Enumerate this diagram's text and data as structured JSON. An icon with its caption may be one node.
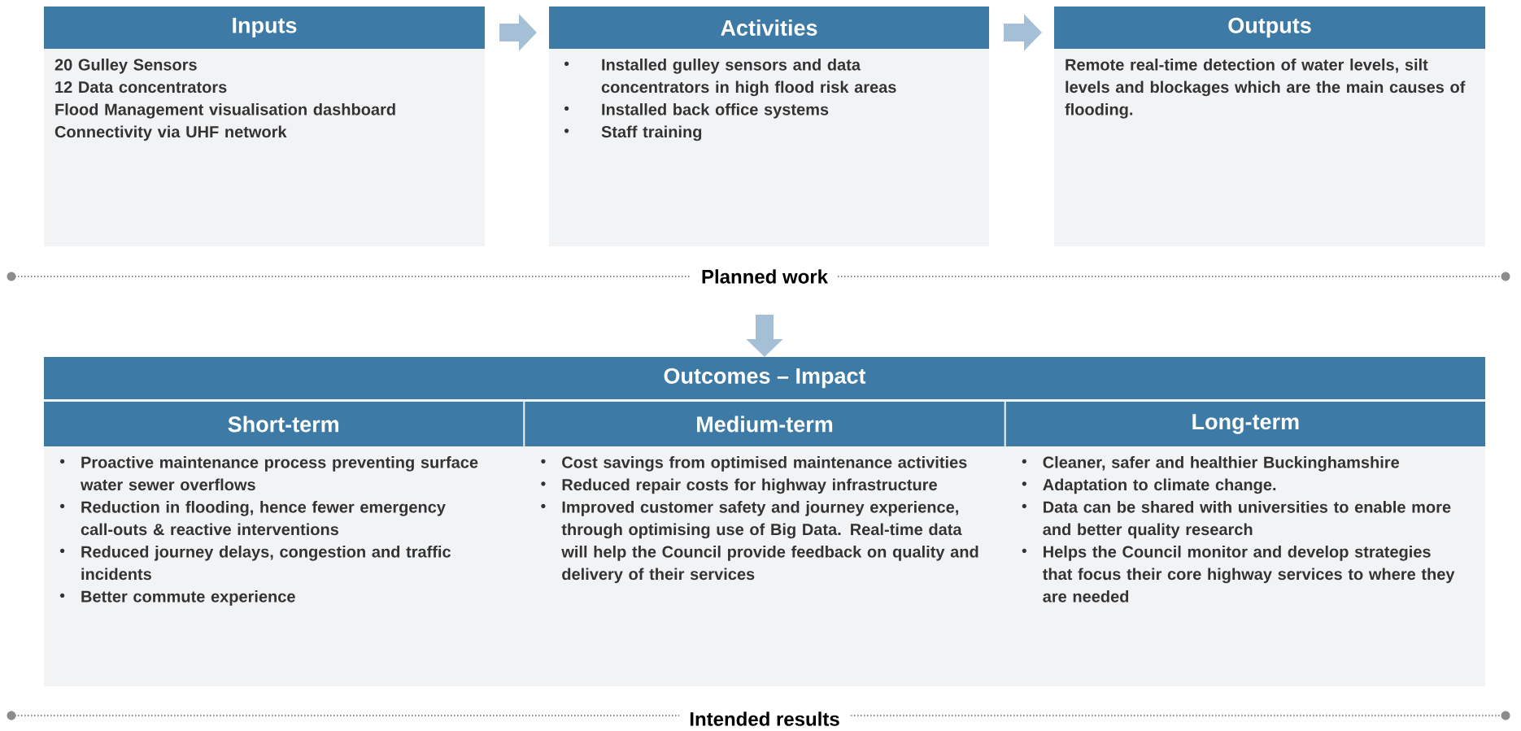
{
  "diagram": {
    "nodes": [
      {
        "text": [
          "Inputs",
          "20 Gulley Sensors",
          "12 Data concentrators",
          "Flood Management visualisation dashboard",
          "Connectivity via UHF network"
        ]
      },
      {
        "text": [
          "Activities",
          "Installed gulley sensors and data concentrators in high flood risk areas",
          "Installed back office systems",
          "Staff training"
        ]
      },
      {
        "text": [
          "Outputs",
          "Remote real-time detection of water levels, silt levels and blockages which are the main causes of flooding."
        ]
      },
      {
        "text": [
          "Outcomes – Impact"
        ]
      },
      {
        "text": [
          "Short-term",
          "Proactive maintenance process preventing surface water sewer overflows",
          "Reduction in flooding, hence fewer emergency call-outs & reactive interventions",
          "Reduced journey delays, congestion and traffic incidents",
          "Better commute experience"
        ],
        "in": 3
      },
      {
        "text": [
          "Medium-term",
          "Cost savings from optimised maintenance activities",
          "Reduced repair costs for highway infrastructure",
          "Improved customer safety and journey experience, through optimising use of Big Data. Real-time data will help the Council provide feedback on quality and delivery of their services"
        ],
        "in": 3
      },
      {
        "text": [
          "Long-term",
          "Cleaner, safer and healthier Buckinghamshire",
          "Adaptation to climate change.",
          "Data can be shared with universities to enable more and better quality research",
          "Helps the Council monitor and develop strategies that focus their core highway services to where they are needed"
        ],
        "in": 3
      }
    ],
    "edges": [
      {
        "from": 0,
        "to": 1,
        "arrow": "to"
      },
      {
        "from": 1,
        "to": 2,
        "arrow": "to"
      },
      {
        "from": null,
        "to": 3,
        "arrow": "to"
      }
    ],
    "labels": [
      "Planned work",
      "Intended results"
    ]
  }
}
